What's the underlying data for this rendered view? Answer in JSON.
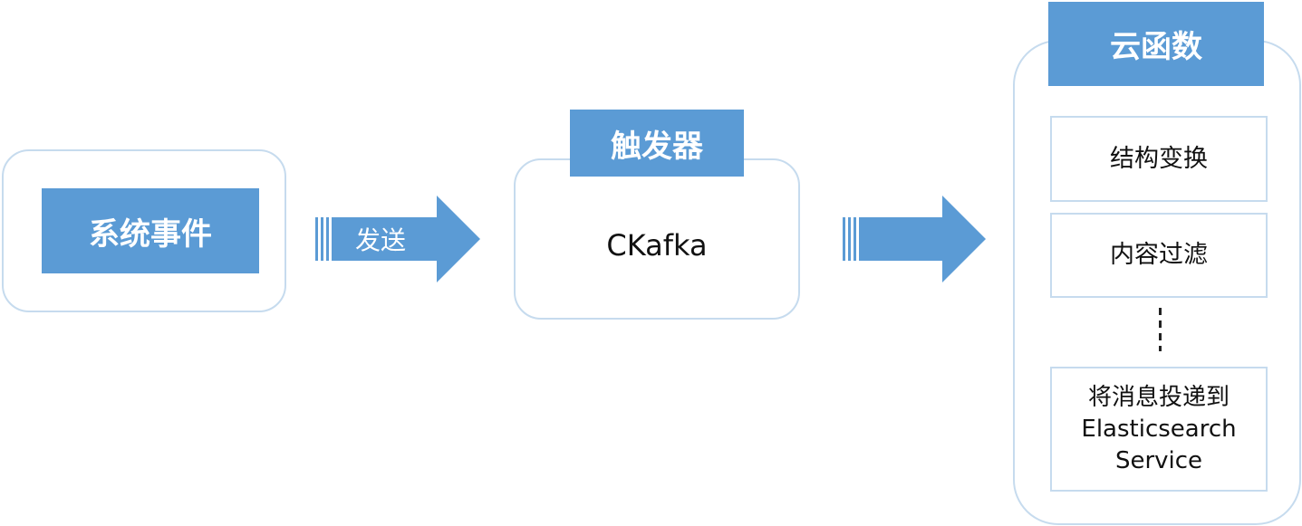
{
  "colors": {
    "accent": "#5b9bd5",
    "border": "#c6dbee",
    "text": "#111111",
    "on_accent": "#ffffff"
  },
  "source": {
    "label": "系统事件"
  },
  "send_arrow": {
    "label": "发送"
  },
  "trigger": {
    "title": "触发器",
    "content": "CKafka"
  },
  "cloud_function": {
    "title": "云函数",
    "steps": [
      "结构变换",
      "内容过滤",
      "将消息投递到\nElasticsearch\nService"
    ]
  }
}
